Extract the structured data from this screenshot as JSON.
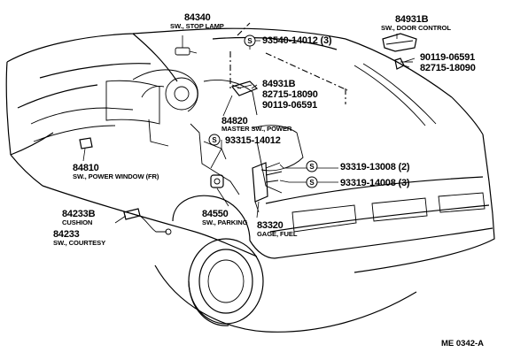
{
  "diagram_code": "ME 0342-A",
  "screw_symbol": "S",
  "parts": {
    "stop_lamp_sw": {
      "number": "84340",
      "name": "SW., STOP LAMP"
    },
    "bolt_93540": {
      "number": "93540-14012 (3)"
    },
    "door_control_sw": {
      "number": "84931B",
      "name": "SW., DOOR CONTROL"
    },
    "screw_90119_a": {
      "number": "90119-06591"
    },
    "clip_82715_a": {
      "number": "82715-18090"
    },
    "switch_84931b": {
      "number": "84931B"
    },
    "clip_82715_b": {
      "number": "82715-18090"
    },
    "screw_90119_b": {
      "number": "90119-06591"
    },
    "master_power_sw": {
      "number": "84820",
      "name": "MASTER SW., POWER"
    },
    "screw_93315": {
      "number": "93315-14012"
    },
    "screw_93319_a": {
      "number": "93319-13008 (2)"
    },
    "screw_93319_b": {
      "number": "93319-14008 (3)"
    },
    "power_window_sw": {
      "number": "84810",
      "name": "SW., POWER WINDOW (FR)"
    },
    "cushion": {
      "number": "84233B",
      "name": "CUSHION"
    },
    "courtesy_sw": {
      "number": "84233",
      "name": "SW., COURTESY"
    },
    "parking_sw": {
      "number": "84550",
      "name": "SW., PARKING"
    },
    "fuel_gage": {
      "number": "83320",
      "name": "GAGE, FUEL"
    }
  }
}
